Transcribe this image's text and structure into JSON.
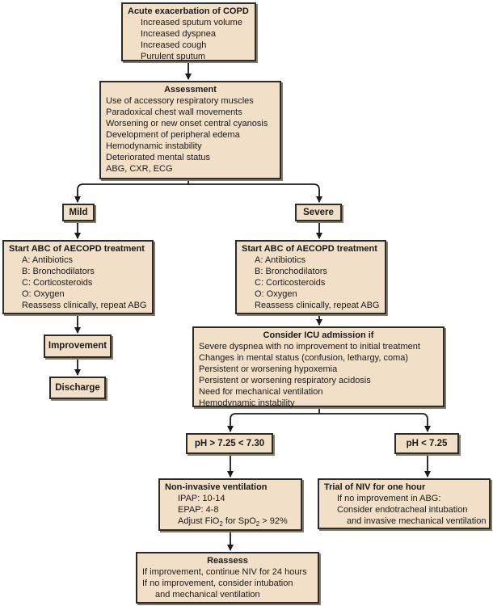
{
  "exacerbation": {
    "title": "Acute exacerbation of COPD",
    "items": [
      "Increased sputum volume",
      "Increased dyspnea",
      "Increased cough",
      "Purulent sputum"
    ]
  },
  "assessment": {
    "title": "Assessment",
    "items": [
      "Use of accessory respiratory muscles",
      "Paradoxical chest wall movements",
      "Worsening or new onset central cyanosis",
      "Development of peripheral edema",
      "Hemodynamic instability",
      "Deteriorated mental status",
      "ABG, CXR, ECG"
    ]
  },
  "mild": {
    "label": "Mild"
  },
  "severe": {
    "label": "Severe"
  },
  "treatment_left": {
    "title": "Start ABC of AECOPD treatment",
    "items": [
      "A: Antibiotics",
      "B: Bronchodilators",
      "C: Corticosteroids",
      "O: Oxygen"
    ],
    "note": "Reassess clinically, repeat ABG"
  },
  "treatment_right": {
    "title": "Start ABC of AECOPD treatment",
    "items": [
      "A: Antibiotics",
      "B: Bronchodilators",
      "C: Corticosteroids",
      "O: Oxygen"
    ],
    "note": "Reassess clinically, repeat ABG"
  },
  "improvement": {
    "label": "Improvement"
  },
  "discharge": {
    "label": "Discharge"
  },
  "icu": {
    "title": "Consider ICU admission if",
    "items": [
      "Severe dyspnea with no improvement to initial treatment",
      "Changes in mental status (confusion, lethargy, coma)",
      "Persistent or worsening hypoxemia",
      "Persistent or worsening respiratory acidosis",
      "Need for mechanical ventilation",
      "Hemodynamic instability"
    ]
  },
  "ph_mid": {
    "label": "pH > 7.25 < 7.30"
  },
  "ph_low": {
    "label": "pH < 7.25"
  },
  "niv": {
    "title": "Non-invasive ventilation",
    "ipap": "IPAP: 10-14",
    "epap": "EPAP: 4-8",
    "adjust_prefix": "Adjust FiO",
    "adjust_sub1": "2",
    "adjust_mid": " for SpO",
    "adjust_sub2": "2",
    "adjust_suffix": " > 92%"
  },
  "trial": {
    "title": "Trial of NIV for one hour",
    "line1": "If no improvement in ABG:",
    "line2": "Consider endotracheal intubation",
    "line3": "and invasive mechanical ventilation"
  },
  "reassess": {
    "title": "Reassess",
    "line1": "If improvement, continue NIV for 24 hours",
    "line2": "If no improvement, consider intubation",
    "line3": "and mechanical ventilation"
  }
}
